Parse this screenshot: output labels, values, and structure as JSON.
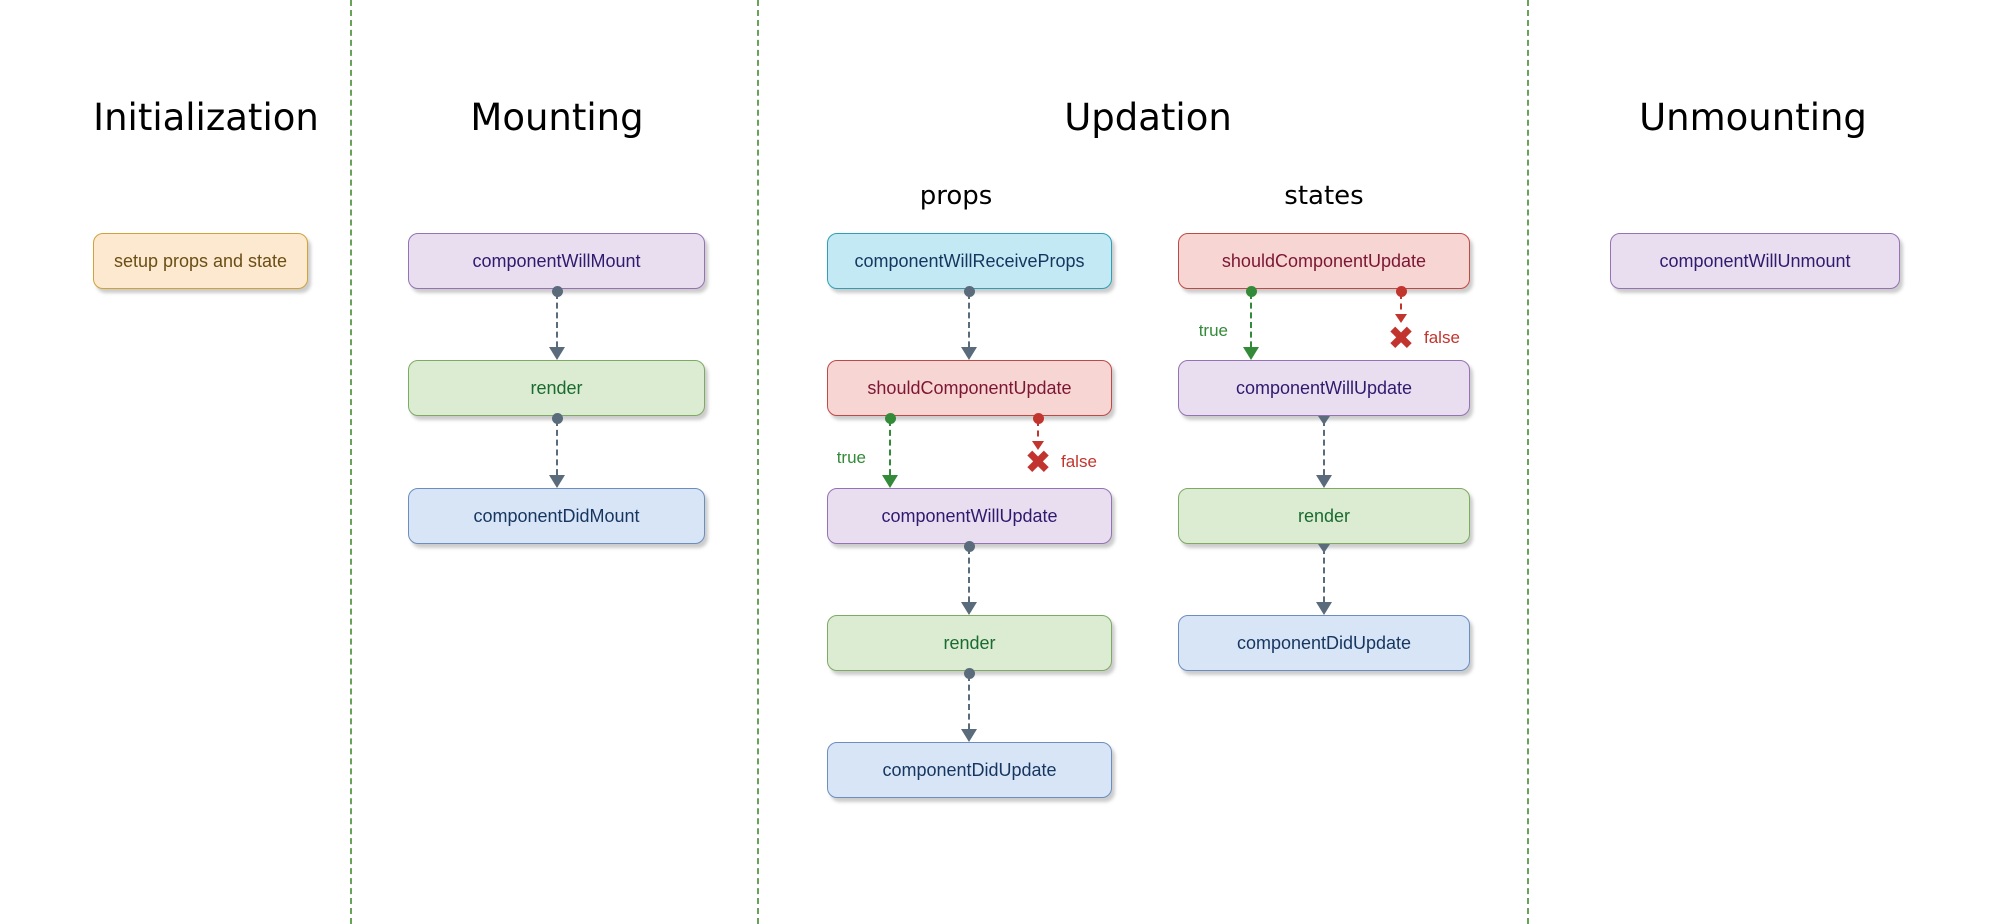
{
  "sections": [
    {
      "id": "initialization",
      "title": "Initialization",
      "nodes": [
        {
          "label": "setup props and state",
          "color": "orange"
        }
      ]
    },
    {
      "id": "mounting",
      "title": "Mounting",
      "nodes": [
        {
          "label": "componentWillMount",
          "color": "purple"
        },
        {
          "label": "render",
          "color": "green"
        },
        {
          "label": "componentDidMount",
          "color": "blue"
        }
      ]
    },
    {
      "id": "updation",
      "title": "Updation",
      "columns": [
        {
          "label": "props",
          "nodes": [
            {
              "label": "componentWillReceiveProps",
              "color": "cyan"
            },
            {
              "label": "shouldComponentUpdate",
              "color": "red"
            },
            {
              "label": "componentWillUpdate",
              "color": "purple"
            },
            {
              "label": "render",
              "color": "green"
            },
            {
              "label": "componentDidUpdate",
              "color": "blue"
            }
          ],
          "branch": {
            "true_label": "true",
            "false_label": "false"
          }
        },
        {
          "label": "states",
          "nodes": [
            {
              "label": "shouldComponentUpdate",
              "color": "red"
            },
            {
              "label": "componentWillUpdate",
              "color": "purple"
            },
            {
              "label": "render",
              "color": "green"
            },
            {
              "label": "componentDidUpdate",
              "color": "blue"
            }
          ],
          "branch": {
            "true_label": "true",
            "false_label": "false"
          }
        }
      ]
    },
    {
      "id": "unmounting",
      "title": "Unmounting",
      "nodes": [
        {
          "label": "componentWillUnmount",
          "color": "purple"
        }
      ]
    }
  ],
  "icons": {
    "cross": "✖"
  },
  "palette": {
    "nodes": {
      "orange": {
        "fill": "#fce9cf",
        "border": "#d0a23a",
        "text": "#6b4e16"
      },
      "purple": {
        "fill": "#e8def0",
        "border": "#9472b4",
        "text": "#2f1a6e"
      },
      "green": {
        "fill": "#dcecd2",
        "border": "#7dab62",
        "text": "#1a6b2f"
      },
      "blue": {
        "fill": "#d7e5f7",
        "border": "#6c8ebf",
        "text": "#17365f"
      },
      "cyan": {
        "fill": "#c2e9f4",
        "border": "#2f9fb7",
        "text": "#17365f"
      },
      "red": {
        "fill": "#f7d5d2",
        "border": "#bf4a45",
        "text": "#7c1634"
      }
    },
    "misc": {
      "connector": "#5a6b7c",
      "true-green": "#338a38",
      "false-red": "#c2352e",
      "divider": "#68a25b"
    }
  }
}
